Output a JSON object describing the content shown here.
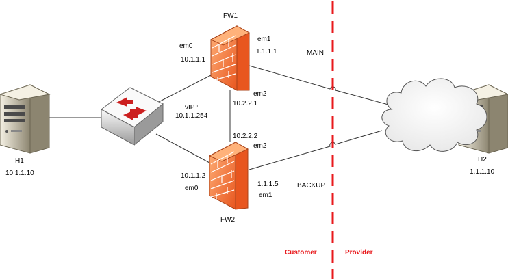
{
  "colors": {
    "line": "#333333",
    "divider": "#e8191c",
    "firewall_light": "#ffb27a",
    "firewall_dark": "#e8561f",
    "brick": "#ffffff",
    "server_light": "#f5f1e4",
    "server_dark": "#8c8570",
    "switch_light": "#fafafa",
    "switch_dark": "#9a9a9a",
    "arrow": "#cc1f1f"
  },
  "nodes": {
    "h1": {
      "name": "H1",
      "ip": "10.1.1.10",
      "icon": "server-icon"
    },
    "h2": {
      "name": "H2",
      "ip": "1.1.1.10",
      "icon": "server-icon"
    },
    "fw1": {
      "name": "FW1",
      "icon": "firewall-icon"
    },
    "fw2": {
      "name": "FW2",
      "icon": "firewall-icon"
    },
    "switch": {
      "icon": "switch-icon"
    },
    "cloud": {
      "icon": "cloud-icon"
    }
  },
  "interfaces": {
    "fw1_em0_name": "em0",
    "fw1_em0_ip": "10.1.1.1",
    "fw1_em1_name": "em1",
    "fw1_em1_ip": "1.1.1.1",
    "fw1_em2_name": "em2",
    "fw1_em2_ip": "10.2.2.1",
    "fw2_em2_ip": "10.2.2.2",
    "fw2_em2_name": "em2",
    "fw2_em0_ip": "10.1.1.2",
    "fw2_em0_name": "em0",
    "fw2_em1_ip": "1.1.1.5",
    "fw2_em1_name": "em1"
  },
  "vip": {
    "label": "vIP :",
    "ip": "10.1.1.254"
  },
  "links": {
    "main": "MAIN",
    "backup": "BACKUP"
  },
  "zones": {
    "customer": "Customer",
    "provider": "Provider"
  }
}
